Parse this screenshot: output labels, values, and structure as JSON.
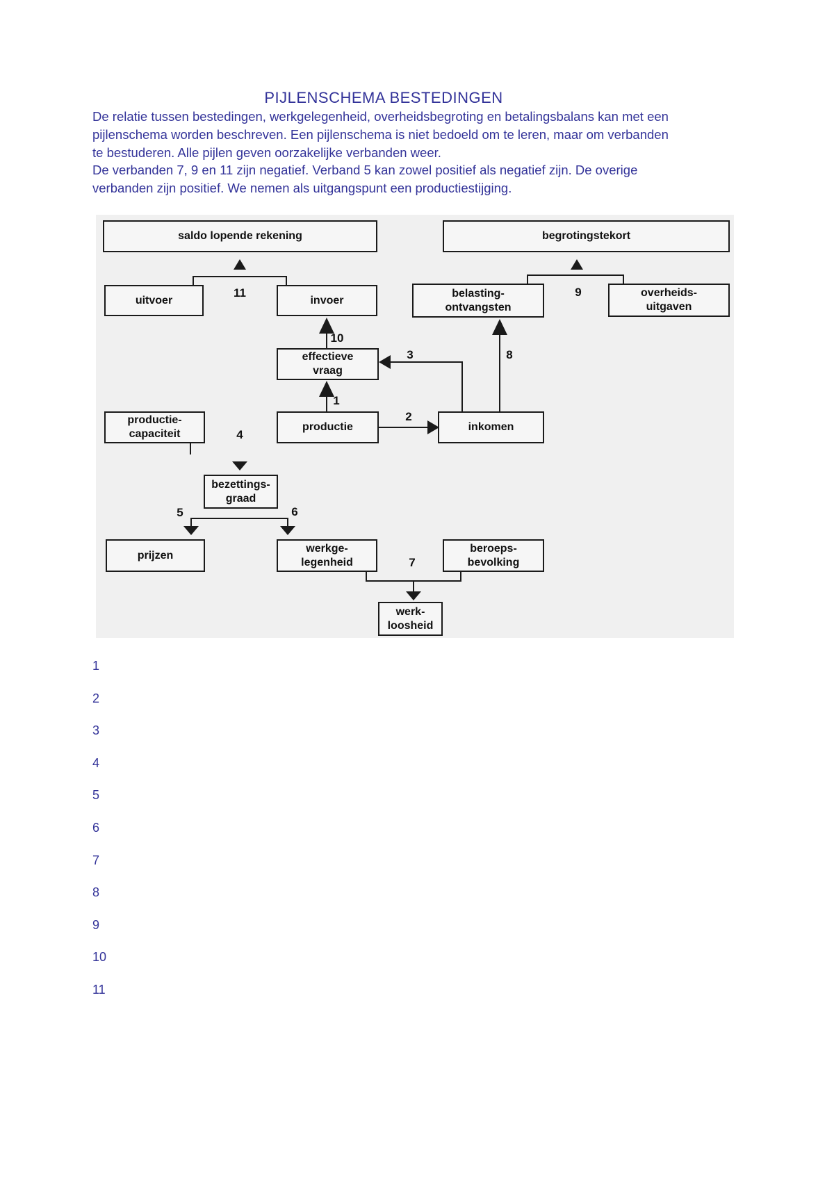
{
  "page": {
    "title": "PIJLENSCHEMA BESTEDINGEN"
  },
  "intro": {
    "text": "De relatie tussen bestedingen, werkgelegenheid, overheidsbegroting en betalingsbalans kan met een\npijlenschema worden beschreven. Een pijlenschema is niet bedoeld om te leren, maar om verbanden\nte bestuderen. Alle pijlen geven oorzakelijke verbanden weer.\nDe verbanden 7, 9 en 11 zijn negatief. Verband 5 kan zowel positief als negatief zijn. De overige\nverbanden zijn positief. We nemen als uitgangspunt een productiestijging."
  },
  "diagram": {
    "boxes": {
      "saldo": "saldo lopende rekening",
      "begrotingstekort": "begrotingstekort",
      "uitvoer": "uitvoer",
      "invoer": "invoer",
      "belasting": "belasting-\nontvangsten",
      "overheid": "overheids-\nuitgaven",
      "effectieve_vraag": "effectieve\nvraag",
      "productie_capaciteit": "productie-\ncapaciteit",
      "productie": "productie",
      "inkomen": "inkomen",
      "bezettingsgraad": "bezettings-\ngraad",
      "prijzen": "prijzen",
      "werkgelegenheid": "werkge-\nlegenheid",
      "beroepsbevolking": "beroeps-\nbevolking",
      "werkloosheid": "werk-\nloosheid"
    },
    "numbers": {
      "n1": "1",
      "n2": "2",
      "n3": "3",
      "n4": "4",
      "n5": "5",
      "n6": "6",
      "n7": "7",
      "n8": "8",
      "n9": "9",
      "n10": "10",
      "n11": "11"
    },
    "edges": [
      {
        "nr": "1",
        "from": "productie",
        "to": "effectieve vraag"
      },
      {
        "nr": "2",
        "from": "productie",
        "to": "inkomen"
      },
      {
        "nr": "3",
        "from": "inkomen",
        "to": "effectieve vraag"
      },
      {
        "nr": "4",
        "from": "productie-capaciteit",
        "to": "bezettingsgraad"
      },
      {
        "nr": "5",
        "from": "bezettingsgraad",
        "to": "prijzen"
      },
      {
        "nr": "6",
        "from": "bezettingsgraad",
        "to": "werkgelegenheid"
      },
      {
        "nr": "7",
        "from": "werkgelegenheid + beroepsbevolking",
        "to": "werkloosheid"
      },
      {
        "nr": "8",
        "from": "inkomen",
        "to": "belasting-ontvangsten"
      },
      {
        "nr": "9",
        "from": "belasting-ontvangsten + overheids-uitgaven",
        "to": "begrotingstekort"
      },
      {
        "nr": "10",
        "from": "effectieve vraag",
        "to": "invoer"
      },
      {
        "nr": "11",
        "from": "uitvoer + invoer",
        "to": "saldo lopende rekening"
      }
    ]
  },
  "answer_list": [
    "1",
    "2",
    "3",
    "4",
    "5",
    "6",
    "7",
    "8",
    "9",
    "10",
    "11"
  ],
  "colors": {
    "text_navy": "#333399",
    "diagram_bg": "#f0f0f0",
    "line_black": "#1a1a1a"
  }
}
